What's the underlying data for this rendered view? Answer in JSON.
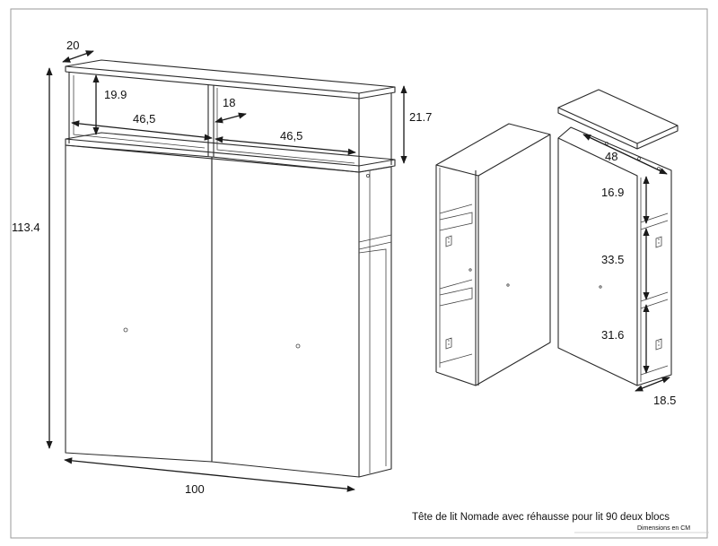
{
  "dimensions": {
    "depth_top": "20",
    "niche_height": "19.9",
    "niche_width_left": "46,5",
    "divider_gap": "18",
    "niche_width_right": "46,5",
    "rehausse_height": "21.7",
    "total_height": "113.4",
    "total_width": "100",
    "block_width": "48",
    "shelf_1": "16.9",
    "shelf_2": "33.5",
    "shelf_3": "31.6",
    "block_depth": "18.5"
  },
  "caption": {
    "title": "Tête de lit Nomade avec réhausse pour lit 90 deux blocs",
    "units": "Dimensions en CM"
  }
}
